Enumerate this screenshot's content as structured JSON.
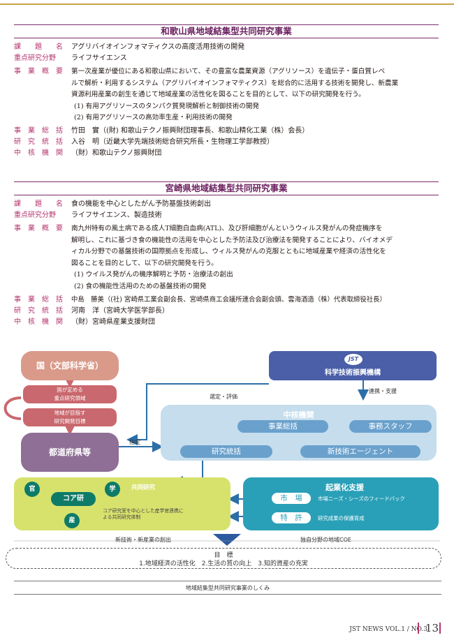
{
  "section1": {
    "title": "和歌山県地域結集型共同研究事業",
    "theme_label": "課　　題　　名",
    "theme": "アグリバイオインフォマティクスの高度活用技術の開発",
    "field_label": "重点研究分野",
    "field": "ライフサイエンス",
    "summary_label": "事　業　概　要",
    "summary_lines": [
      "第一次産業が優位にある和歌山県において、その豊富な農業資源（アグリソース）を遺伝子・蛋白質レベ",
      "ルで解析・利用するシステム（アグリバイオインフォマティクス）を総合的に活用する技術を開発し、新農業",
      "資源利用産業の創生を通じて地域産業の活性化を図ることを目的として、以下の研究開発を行う。"
    ],
    "items": [
      "(1) 有用アグリソースのタンパク質発現解析と制御技術の開発",
      "(2) 有用アグリソースの高効率生産・利用技術の開発"
    ],
    "director_label": "事　業　総　括",
    "director": "竹田　實（(財) 和歌山テクノ振興財団理事長、和歌山精化工業（株）会長）",
    "research_label": "研　究　統　括",
    "research": "入谷　明（近畿大学先端技術総合研究所長・生物理工学部教授）",
    "core_label": "中　核　機　関",
    "core": "（財）和歌山テクノ振興財団"
  },
  "section2": {
    "title": "宮崎県地域結集型共同研究事業",
    "theme_label": "課　　題　　名",
    "theme": "食の機能を中心としたがん予防基盤技術創出",
    "field_label": "重点研究分野",
    "field": "ライフサイエンス、製造技術",
    "summary_label": "事　業　概　要",
    "summary_lines": [
      "南九州特有の風土病である成人T細胞白血病(ATL)、及び肝細胞がんというウィルス発がんの発症機序を",
      "解明し、これに基づき食の機能性の活用を中心とした予防法及び治療法を開発することにより、バイオメデ",
      "ィカル分野での基盤技術の国際拠点を形成し、ウィルス発がんの克服とともに地域産業や経済の活性化を",
      "図ることを目的として、以下の研究開発を行う。"
    ],
    "items": [
      "(1) ウイルス発がんの機序解明と予防・治療法の創出",
      "(2) 食の機能性活用のための基盤技術の開発"
    ],
    "director_label": "事　業　総　括",
    "director": "中島　勝美（(社) 宮崎県工業会副会長、宮崎県商工会議所連合会副会頭、雲海酒造（株）代表取締役社長）",
    "research_label": "研　究　統　括",
    "research": "河南　洋（宮崎大学医学部長）",
    "core_label": "中　核　機　関",
    "core": "（財）宮崎県産業支援財団"
  },
  "diagram": {
    "mext": "国（文部科学省）",
    "pill_a": "国が定める\n重点研究領域",
    "pill_b": "地域が目指す\n研究開発目標",
    "prefecture": "都道府県等",
    "jst_logo": "JST",
    "jst": "科学技術振興機構",
    "select_eval": "選定・評価",
    "cooperate": "連携・支援",
    "designate": "指定",
    "core_org": "中核機関",
    "biz_director": "事業総括",
    "office_staff": "事務スタッフ",
    "research_director": "研究統括",
    "new_tech_agent": "新技術エージェント",
    "joint_research": "共同研究",
    "kan": "官",
    "gaku": "学",
    "san": "産",
    "core_lab": "コア研",
    "core_lab_note": "コア研究室を中心とした産学官連携に\nよる共同研究体制",
    "commercial": "起業化支援",
    "market": "市　場",
    "market_note": "市場ニーズ・シーズのフィードバック",
    "patent": "特　許",
    "patent_note": "研究成果の保護育成",
    "new_industry": "新技術・新産業の創出",
    "coe": "独自分野の地域COE",
    "goal_title": "目　標",
    "goal_text": "1.地域経済の活性化　2.生活の質の向上　3.知的資産の充実",
    "caption": "地域結集型共同研究事業のしくみ"
  },
  "footer": {
    "journal": "JST NEWS  VOL.1 / NO.3",
    "page": "13"
  },
  "colors": {
    "accent": "#b5366e",
    "mext_pink": "#d99a8a",
    "pill_pink": "#c9686e",
    "pref_purple": "#8f6f96",
    "jst_blue": "#4a5fa8",
    "core_blue": "#c5dded",
    "joint_green": "#d7e26d",
    "commercial_teal": "#2aa0b8"
  }
}
